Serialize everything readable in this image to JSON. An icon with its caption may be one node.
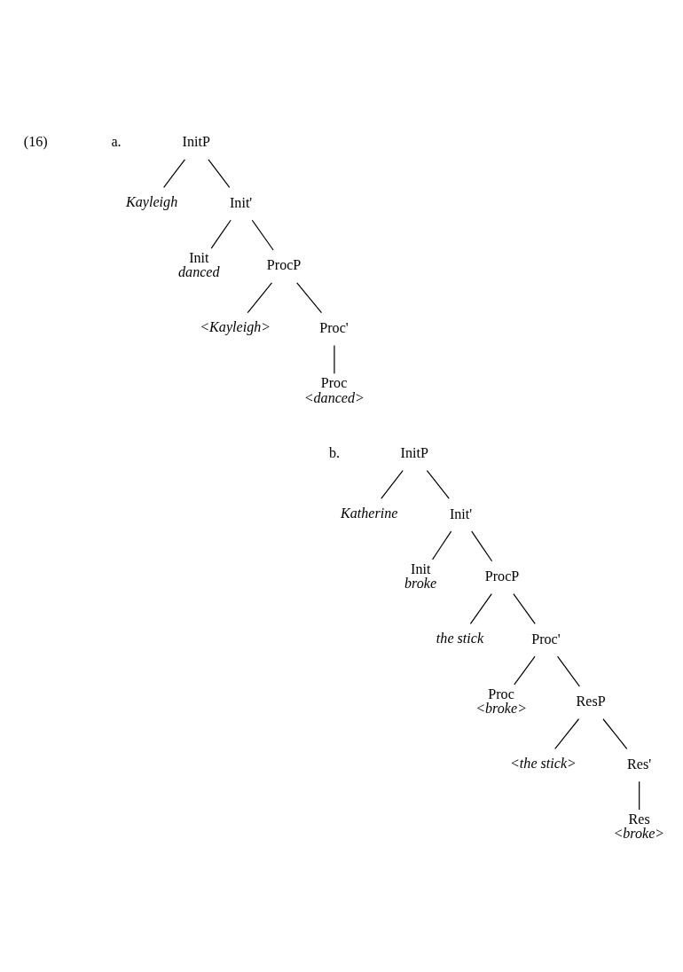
{
  "diagram": {
    "nodes": [
      {
        "text": [
          "InitP"
        ]
      },
      {
        "text": [
          "Kayleigh"
        ]
      },
      {
        "text": [
          "Init'"
        ]
      },
      {
        "text": [
          "Init",
          "danced"
        ]
      },
      {
        "text": [
          "ProcP"
        ]
      },
      {
        "text": [
          "<Kayleigh>"
        ]
      },
      {
        "text": [
          "Proc'"
        ]
      },
      {
        "text": [
          "Proc",
          "<danced>"
        ]
      },
      {
        "text": [
          "InitP"
        ]
      },
      {
        "text": [
          "Katherine"
        ]
      },
      {
        "text": [
          "Init'"
        ]
      },
      {
        "text": [
          "Init",
          "broke"
        ]
      },
      {
        "text": [
          "ProcP"
        ]
      },
      {
        "text": [
          "the stick"
        ]
      },
      {
        "text": [
          "Proc'"
        ]
      },
      {
        "text": [
          "Proc",
          "<broke>"
        ]
      },
      {
        "text": [
          "ResP"
        ]
      },
      {
        "text": [
          "<the stick>"
        ]
      },
      {
        "text": [
          "Res'"
        ]
      },
      {
        "text": [
          "Res",
          "<broke>"
        ]
      }
    ],
    "edges": [
      {
        "from": 0,
        "to": 1,
        "arrow": "none"
      },
      {
        "from": 0,
        "to": 2,
        "arrow": "none"
      },
      {
        "from": 2,
        "to": 3,
        "arrow": "none"
      },
      {
        "from": 2,
        "to": 4,
        "arrow": "none"
      },
      {
        "from": 4,
        "to": 5,
        "arrow": "none"
      },
      {
        "from": 4,
        "to": 6,
        "arrow": "none"
      },
      {
        "from": 6,
        "to": 7,
        "arrow": "none"
      },
      {
        "from": 8,
        "to": 9,
        "arrow": "none"
      },
      {
        "from": 8,
        "to": 10,
        "arrow": "none"
      },
      {
        "from": 10,
        "to": 11,
        "arrow": "none"
      },
      {
        "from": 10,
        "to": 12,
        "arrow": "none"
      },
      {
        "from": 12,
        "to": 13,
        "arrow": "none"
      },
      {
        "from": 12,
        "to": 14,
        "arrow": "none"
      },
      {
        "from": 14,
        "to": 15,
        "arrow": "none"
      },
      {
        "from": 14,
        "to": 16,
        "arrow": "none"
      },
      {
        "from": 16,
        "to": 17,
        "arrow": "none"
      },
      {
        "from": 16,
        "to": 18,
        "arrow": "none"
      },
      {
        "from": 18,
        "to": 19,
        "arrow": "none"
      }
    ],
    "labels": [
      "(16)",
      "a.",
      "b."
    ]
  }
}
